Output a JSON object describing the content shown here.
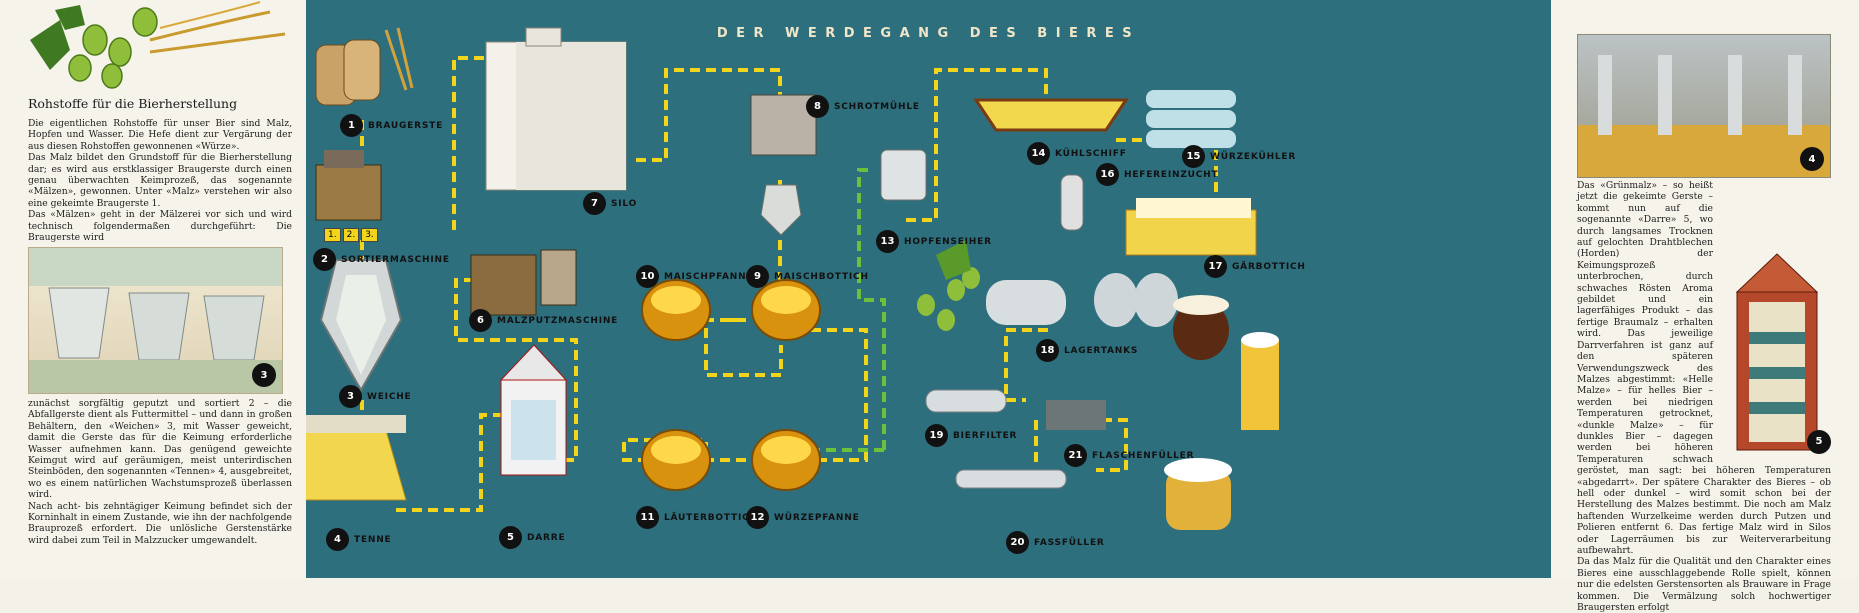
{
  "title": "DER WERDEGANG DES BIERES",
  "left": {
    "heading": "Rohstoffe für die Bierherstellung",
    "para1": "Die eigentlichen Rohstoffe für unser Bier sind Malz, Hopfen und Wasser. Die Hefe dient zur Vergärung der aus diesen Rohstoffen gewonnenen «Würze».",
    "para2": "Das Malz bildet den Grundstoff für die Bierherstellung dar; es wird aus erstklassiger Braugerste durch einen genau überwachten Keimprozeß, das sogenannte «Mälzen», gewonnen. Unter «Malz» verstehen wir also eine gekeimte Braugerste 1.",
    "para3": "Das «Mälzen» geht in der Mälzerei vor sich und wird technisch folgendermaßen durchgeführt: Die Braugerste wird",
    "image_badge": "3",
    "para4": "zunächst sorgfältig geputzt und sortiert 2 – die Abfallgerste dient als Futtermittel – und dann in großen Behältern, den «Weichen» 3, mit Wasser geweicht, damit die Gerste das für die Keimung erforderliche Wasser aufnehmen kann. Das genügend geweichte Keimgut wird auf geräumigen, meist unterirdischen Steinböden, den sogenannten «Tennen» 4, ausgebreitet, wo es einem natürlichen Wachstumsprozeß überlassen wird.",
    "para5": "Nach acht- bis zehntägiger Keimung befindet sich der Korninhalt in einem Zustande, wie ihn der nachfolgende Brauprozeß erfordert. Die unlösliche Gerstenstärke wird dabei zum Teil in Malzzucker umgewandelt."
  },
  "right": {
    "image_badge_top": "4",
    "para1": "Das «Grünmalz» – so heißt jetzt die gekeimte Gerste – kommt nun auf die sogenannte «Darre» 5, wo durch langsames Trocknen auf gelochten Drahtblechen (Horden) der Keimungsprozeß unterbrochen, durch schwaches Rösten Aroma gebildet und ein lagerfähiges Produkt – das fertige Braumalz – erhalten wird. Das jeweilige Darrverfahren ist ganz auf den späteren Verwendungszweck des Malzes abgestimmt: «Helle Malze» – für helles Bier – werden bei niedrigen Temperaturen getrocknet, «dunkle Malze» – für dunkles Bier – dagegen werden bei höheren Temperaturen schwach geröstet, man sagt: bei höheren Temperaturen «abgedarrt». Der spätere Charakter des Bieres – ob hell oder dunkel – wird somit schon bei der Herstellung des Malzes bestimmt. Die noch am Malz haftenden Wurzelkeime werden durch Putzen und Polieren entfernt 6. Das fertige Malz wird in Silos oder Lagerräumen bis zur Weiterverarbeitung aufbewahrt.",
    "para2": "Da das Malz für die Qualität und den Charakter eines Bieres eine ausschlaggebende Rolle spielt, können nur die edelsten Gerstensorten als Brauware in Frage kommen. Die Vermälzung solch hochwertiger Braugersten erfolgt",
    "image_badge_bottom": "5"
  },
  "steps": [
    {
      "n": "1",
      "label": "BRAUGERSTE"
    },
    {
      "n": "2",
      "label": "SORTIERMASCHINE"
    },
    {
      "n": "3",
      "label": "WEICHE"
    },
    {
      "n": "4",
      "label": "TENNE"
    },
    {
      "n": "5",
      "label": "DARRE"
    },
    {
      "n": "6",
      "label": "MALZPUTZMASCHINE"
    },
    {
      "n": "7",
      "label": "SILO"
    },
    {
      "n": "8",
      "label": "SCHROTMÜHLE"
    },
    {
      "n": "9",
      "label": "MAISCHBOTTICH"
    },
    {
      "n": "10",
      "label": "MAISCHPFANNE"
    },
    {
      "n": "11",
      "label": "LÄUTERBOTTICH"
    },
    {
      "n": "12",
      "label": "WÜRZEPFANNE"
    },
    {
      "n": "13",
      "label": "HOPFENSEIHER"
    },
    {
      "n": "14",
      "label": "KÜHLSCHIFF"
    },
    {
      "n": "15",
      "label": "WÜRZEKÜHLER"
    },
    {
      "n": "16",
      "label": "HEFEREINZUCHT"
    },
    {
      "n": "17",
      "label": "GÄRBOTTICH"
    },
    {
      "n": "18",
      "label": "LAGERTANKS"
    },
    {
      "n": "19",
      "label": "BIERFILTER"
    },
    {
      "n": "20",
      "label": "FASSFÜLLER"
    },
    {
      "n": "21",
      "label": "FLASCHENFÜLLER"
    }
  ],
  "sorter_tags": [
    "1.",
    "2.",
    "3."
  ],
  "colors": {
    "background": "#2e6f7e",
    "flow": "#f2d41a",
    "hop_flow": "#6cc03a",
    "paper": "#f6f3ea"
  }
}
